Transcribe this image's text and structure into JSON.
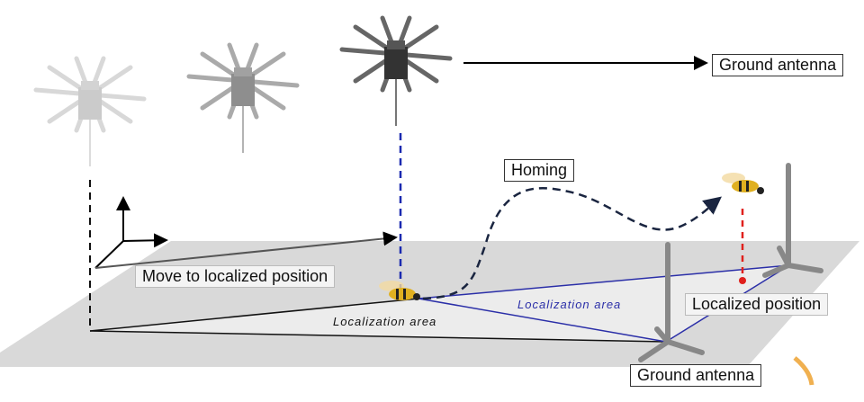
{
  "labels": {
    "ground_antenna_top": "Ground antenna",
    "ground_antenna_bottom": "Ground antenna",
    "homing": "Homing",
    "move": "Move to localized position",
    "localized_position": "Localized position",
    "localization_area_black": "Localization area",
    "localization_area_blue": "Localization area"
  },
  "colors": {
    "plane": "#d9d9d9",
    "triangle": "#ececec",
    "blue_line": "#2b2fa8",
    "red_marker": "#e0201c"
  }
}
